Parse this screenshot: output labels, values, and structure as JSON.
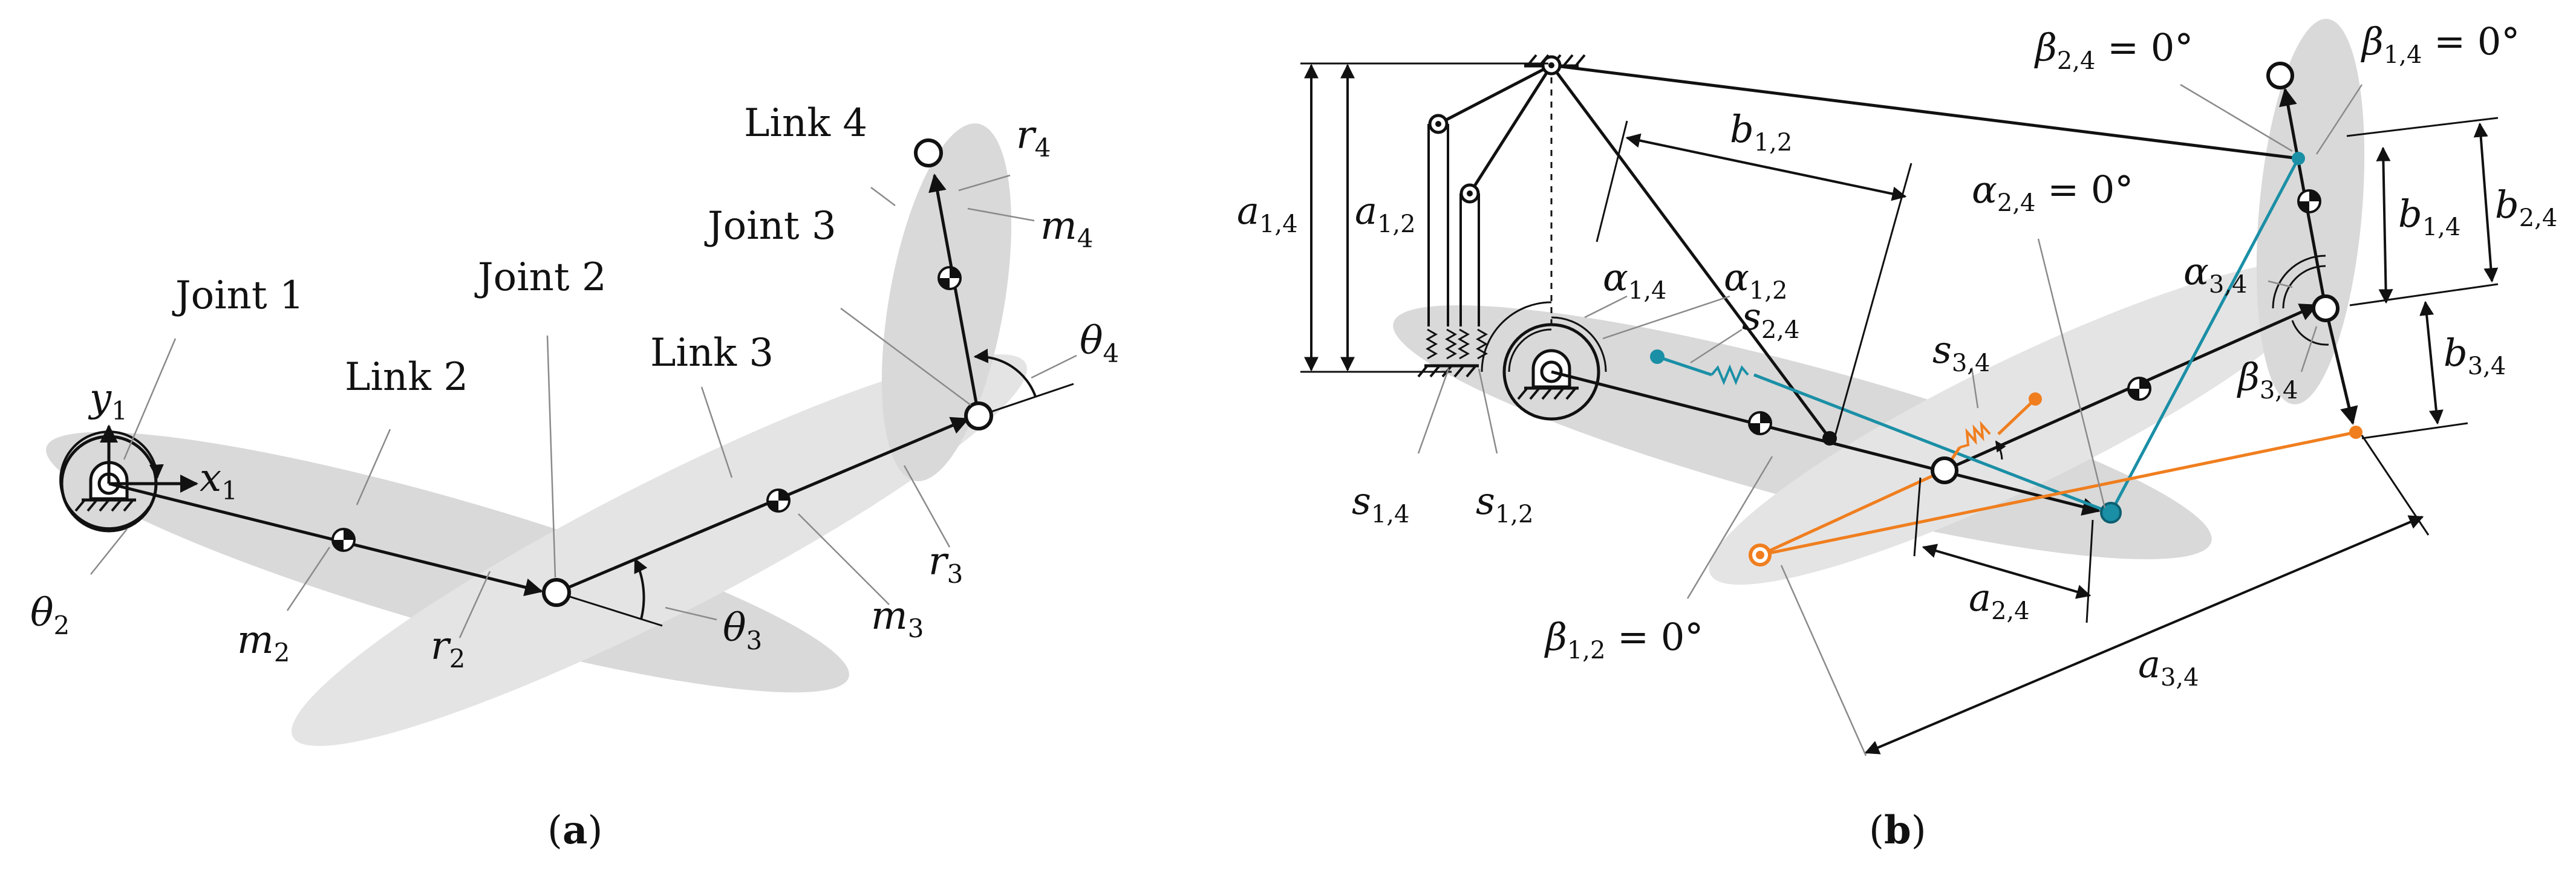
{
  "panel_a": {
    "caption_open": "(",
    "caption_letter": "a",
    "caption_close": ")",
    "labels": {
      "joint1": "Joint 1",
      "joint2": "Joint 2",
      "joint3": "Joint 3",
      "link2": "Link 2",
      "link3": "Link 3",
      "link4": "Link 4",
      "y1": "y",
      "y1_sub": "1",
      "x1": "x",
      "x1_sub": "1",
      "theta2": "θ",
      "theta2_sub": "2",
      "theta3": "θ",
      "theta3_sub": "3",
      "theta4": "θ",
      "theta4_sub": "4",
      "m2": "m",
      "m2_sub": "2",
      "m3": "m",
      "m3_sub": "3",
      "m4": "m",
      "m4_sub": "4",
      "r2": "r",
      "r2_sub": "2",
      "r3": "r",
      "r3_sub": "3",
      "r4": "r",
      "r4_sub": "4"
    }
  },
  "panel_b": {
    "caption_open": "(",
    "caption_letter": "b",
    "caption_close": ")",
    "labels": {
      "a14": "a",
      "a14_sub": "1,4",
      "a12": "a",
      "a12_sub": "1,2",
      "a24": "a",
      "a24_sub": "2,4",
      "a34": "a",
      "a34_sub": "3,4",
      "b12": "b",
      "b12_sub": "1,2",
      "b14": "b",
      "b14_sub": "1,4",
      "b24": "b",
      "b24_sub": "2,4",
      "b34": "b",
      "b34_sub": "3,4",
      "alpha14": "α",
      "alpha14_sub": "1,4",
      "alpha12": "α",
      "alpha12_sub": "1,2",
      "alpha24": "α",
      "alpha24_sub": "2,4",
      "alpha24_eq": " = 0°",
      "alpha34": "α",
      "alpha34_sub": "3,4",
      "beta12": "β",
      "beta12_sub": "1,2",
      "beta12_eq": " = 0°",
      "beta24": "β",
      "beta24_sub": "2,4",
      "beta24_eq": " = 0°",
      "beta14": "β",
      "beta14_sub": "1,4",
      "beta14_eq": " = 0°",
      "beta34": "β",
      "beta34_sub": "3,4",
      "s14": "s",
      "s14_sub": "1,4",
      "s12": "s",
      "s12_sub": "1,2",
      "s24": "s",
      "s24_sub": "2,4",
      "s34": "s",
      "s34_sub": "3,4"
    }
  },
  "colors": {
    "link_fill": "#d9d9d9",
    "link_fill_light": "#e6e6e6",
    "teal": "#1a8fa6",
    "orange": "#f07e1e",
    "ink": "#111111"
  }
}
